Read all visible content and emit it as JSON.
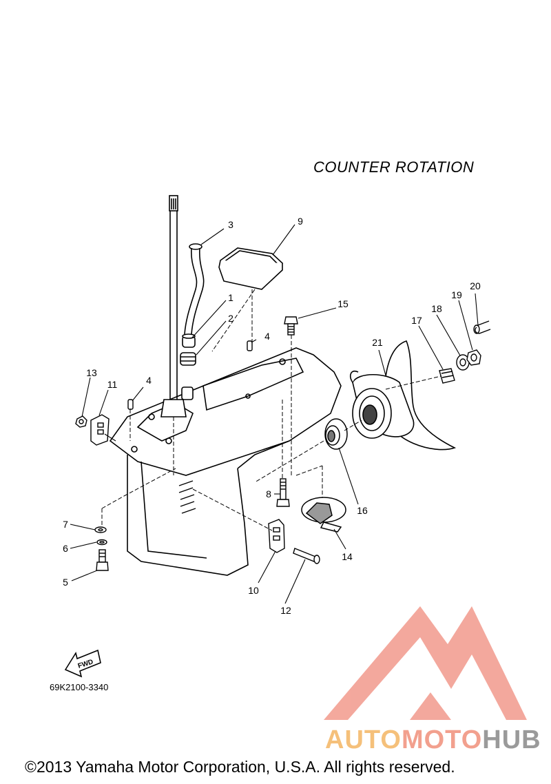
{
  "diagram": {
    "heading": "COUNTER  ROTATION",
    "part_code": "69K2100-3340",
    "fwd_label": "FWD",
    "copyright": "©2013 Yamaha Motor Corporation, U.S.A. All rights reserved.",
    "callouts": [
      "1",
      "2",
      "3",
      "4",
      "4",
      "5",
      "6",
      "7",
      "8",
      "9",
      "10",
      "11",
      "12",
      "13",
      "14",
      "15",
      "16",
      "17",
      "18",
      "19",
      "20",
      "21"
    ]
  },
  "watermark": {
    "word_a": "AUTO",
    "word_b": "MOTO",
    "word_c": "HUB",
    "colors": {
      "auto": "#f5c07a",
      "moto": "#f2a08e",
      "hub": "#9a9a9a",
      "logo": "#f29a8c"
    }
  }
}
